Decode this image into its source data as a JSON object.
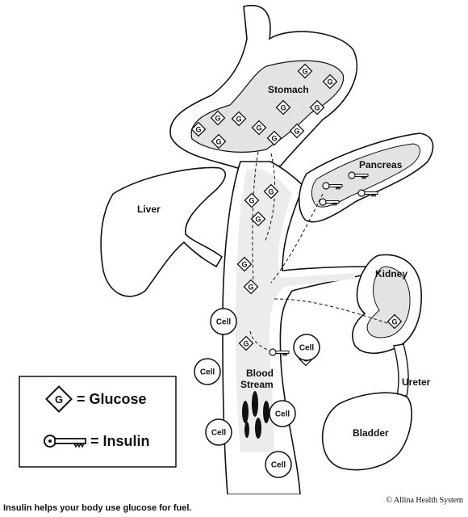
{
  "labels": {
    "stomach": "Stomach",
    "pancreas": "Pancreas",
    "liver": "Liver",
    "kidney": "Kidney",
    "blood_line1": "Blood",
    "blood_line2": "Stream",
    "ureter": "Ureter",
    "bladder": "Bladder"
  },
  "cell_label": "Cell",
  "glucose_symbol": "G",
  "legend": {
    "glucose": "= Glucose",
    "insulin": "= Insulin"
  },
  "caption": "Insulin helps your body use glucose for fuel.",
  "copyright": "© Allina Health System",
  "icons": [
    "glucose-diamond-icon",
    "insulin-key-icon",
    "cell-circle-icon"
  ]
}
